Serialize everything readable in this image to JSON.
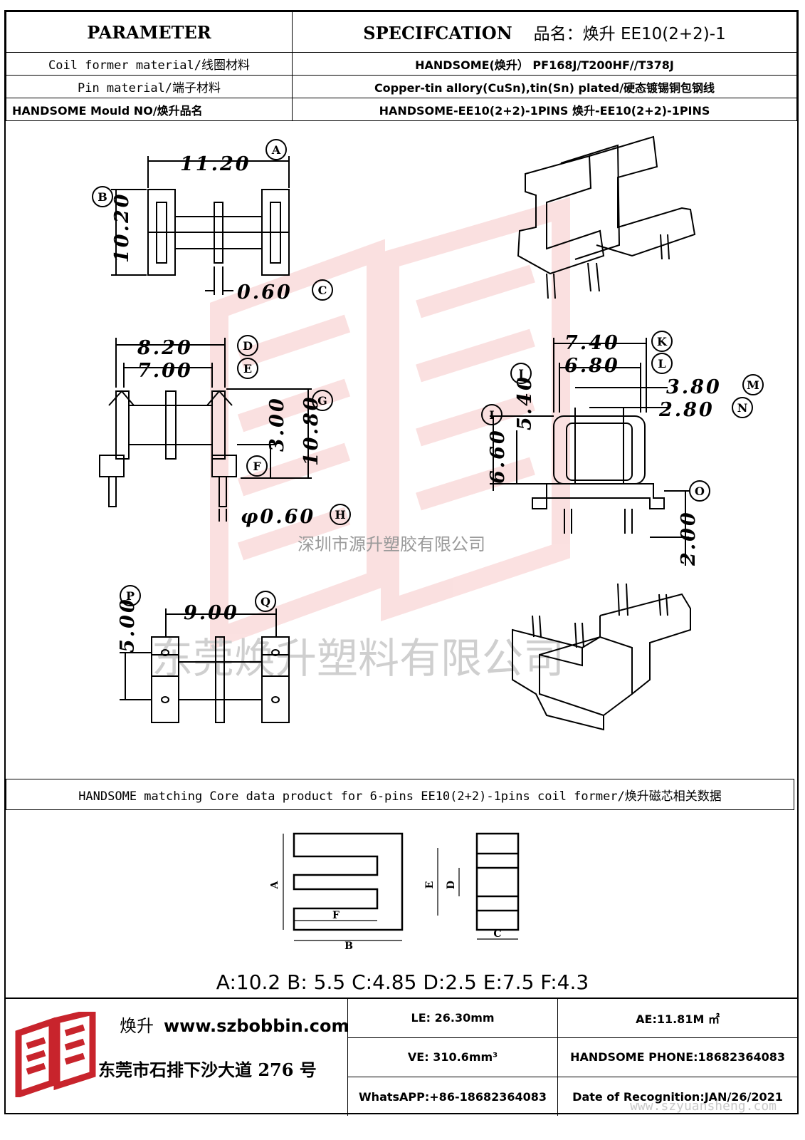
{
  "header": {
    "param_title": "PARAMETER",
    "spec_title": "SPECIFCATION",
    "spec_name": "品名：焕升 EE10(2+2)-1",
    "rows": [
      {
        "label": "Coil former material/线圈材料",
        "value": "HANDSOME(焕升）  PF168J/T200HF//T378J"
      },
      {
        "label": "Pin material/端子材料",
        "value": "Copper-tin allory(CuSn),tin(Sn) plated/硬态镀锡铜包钢线"
      },
      {
        "label": "HANDSOME Mould NO/焕升品名",
        "value": "HANDSOME-EE10(2+2)-1PINS    焕升-EE10(2+2)-1PINS"
      }
    ]
  },
  "dims": {
    "A": "11.20",
    "B": "10.20",
    "C": "0.60",
    "D": "8.20",
    "E": "7.00",
    "F": "3.00",
    "G": "10.80",
    "H": "φ0.60",
    "I": "6.60",
    "J": "5.40",
    "K": "7.40",
    "L": "6.80",
    "M": "3.80",
    "N": "2.80",
    "O": "2.00",
    "P": "5.00",
    "Q": "9.00"
  },
  "watermark": {
    "line1": "深圳市源升塑胶有限公司",
    "line2": "东莞焕升塑料有限公司",
    "url": "www.szyuansheng.com"
  },
  "core": {
    "header": "HANDSOME matching Core data  product for 6-pins EE10(2+2)-1pins coil former/焕升磁芯相关数据",
    "letters": {
      "A": "A",
      "B": "B",
      "C": "C",
      "D": "D",
      "E": "E",
      "F": "F"
    },
    "values": "A:10.2 B: 5.5 C:4.85 D:2.5 E:7.5 F:4.3"
  },
  "footer": {
    "brand_cn": "焕升",
    "website": "www.szbobbin.com",
    "address": "东莞市石排下沙大道 276 号",
    "le": "LE: 26.30mm",
    "ae": "AE:11.81M ㎡",
    "ve": "VE: 310.6mm³",
    "phone": "HANDSOME PHONE:18682364083",
    "whatsapp": "WhatsAPP:+86-18682364083",
    "date": "Date of Recognition:JAN/26/2021"
  },
  "colors": {
    "watermark": "#e85a5a",
    "logo": "#c8242c"
  }
}
